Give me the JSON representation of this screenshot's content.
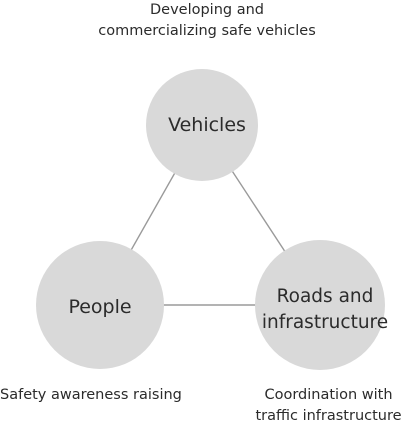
{
  "diagram": {
    "nodes": [
      {
        "id": "vehicles",
        "label_lines": [
          "Vehicles"
        ],
        "caption_lines": [
          "Developing and",
          "commercializing safe vehicles"
        ]
      },
      {
        "id": "people",
        "label_lines": [
          "People"
        ],
        "caption_lines": [
          "Safety awareness raising"
        ]
      },
      {
        "id": "roads",
        "label_lines": [
          "Roads and",
          "infrastructure"
        ],
        "caption_lines": [
          "Coordination with",
          "traffic infrastructure"
        ]
      }
    ],
    "edges": [
      {
        "from": "vehicles",
        "to": "people"
      },
      {
        "from": "vehicles",
        "to": "roads"
      },
      {
        "from": "people",
        "to": "roads"
      }
    ],
    "colors": {
      "circle_fill": "#d9d9d9",
      "edge_stroke": "#9a9a9a",
      "text": "#2b2b2b"
    }
  }
}
